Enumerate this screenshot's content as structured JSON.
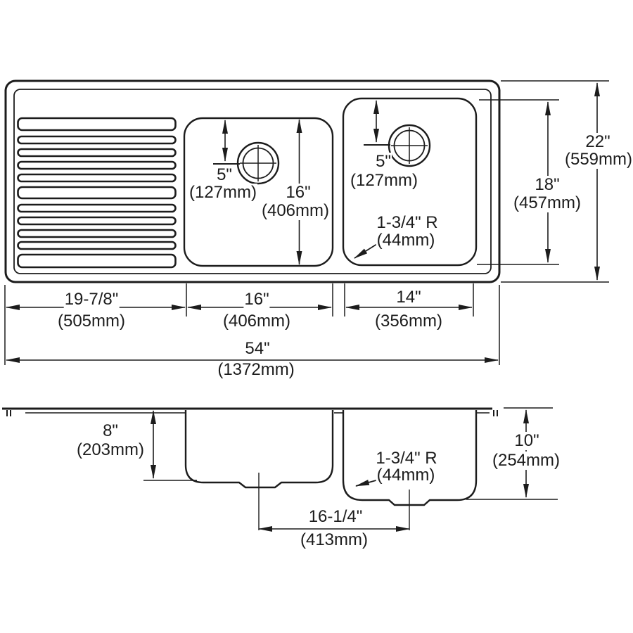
{
  "drawing": {
    "type": "sink-dimension-drawing",
    "line_color": "#1c1c1c",
    "background": "#ffffff"
  },
  "views": {
    "top": {
      "faucet_offset_left_bowl": {
        "in": "5\"",
        "mm": "(127mm)"
      },
      "faucet_offset_right_bowl": {
        "in": "5\"",
        "mm": "(127mm)"
      },
      "left_bowl_front_back": {
        "in": "16\"",
        "mm": "(406mm)"
      },
      "corner_radius": {
        "in": "1-3/4\" R",
        "mm": "(44mm)"
      },
      "right_bowl_front_back": {
        "in": "18\"",
        "mm": "(457mm)"
      },
      "overall_front_back": {
        "in": "22\"",
        "mm": "(559mm)"
      },
      "drainboard_width": {
        "in": "19-7/8\"",
        "mm": "(505mm)"
      },
      "left_bowl_width": {
        "in": "16\"",
        "mm": "(406mm)"
      },
      "right_bowl_width": {
        "in": "14\"",
        "mm": "(356mm)"
      },
      "overall_width": {
        "in": "54\"",
        "mm": "(1372mm)"
      }
    },
    "side": {
      "left_bowl_depth": {
        "in": "8\"",
        "mm": "(203mm)"
      },
      "right_bowl_depth": {
        "in": "10\"",
        "mm": "(254mm)"
      },
      "corner_radius": {
        "in": "1-3/4\" R",
        "mm": "(44mm)"
      },
      "drain_centers_spacing": {
        "in": "16-1/4\"",
        "mm": "(413mm)"
      }
    }
  }
}
